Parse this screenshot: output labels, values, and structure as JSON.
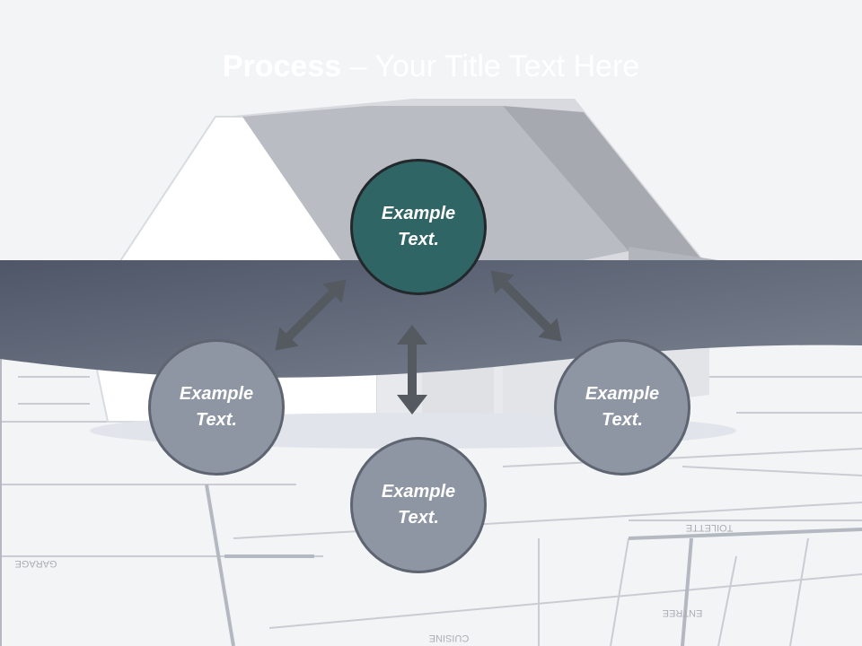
{
  "title": {
    "bold": "Process",
    "rest": " – Your Title Text Here"
  },
  "nodes": {
    "top": "Example Text.",
    "left": "Example Text.",
    "right": "Example Text.",
    "bottom": "Example Text."
  },
  "colors": {
    "header": "#5d6577",
    "node_top": "#306565",
    "node_other": "#8e96a4",
    "arrow": "#555a60"
  },
  "background": {
    "labels": [
      "GARAGE",
      "CUISINE",
      "ENTREE",
      "TOILETTE"
    ]
  }
}
